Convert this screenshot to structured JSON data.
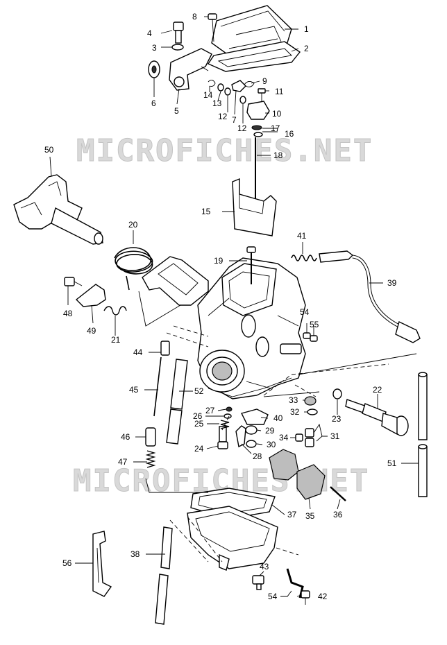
{
  "watermark": "MICROFICHES.NET",
  "callouts": [
    {
      "id": "c1",
      "n": "1"
    },
    {
      "id": "c2",
      "n": "2"
    },
    {
      "id": "c3",
      "n": "3"
    },
    {
      "id": "c4",
      "n": "4"
    },
    {
      "id": "c5",
      "n": "5"
    },
    {
      "id": "c6",
      "n": "6"
    },
    {
      "id": "c7",
      "n": "7"
    },
    {
      "id": "c8",
      "n": "8"
    },
    {
      "id": "c9",
      "n": "9"
    },
    {
      "id": "c10",
      "n": "10"
    },
    {
      "id": "c11",
      "n": "11"
    },
    {
      "id": "c12a",
      "n": "12"
    },
    {
      "id": "c12b",
      "n": "12"
    },
    {
      "id": "c13",
      "n": "13"
    },
    {
      "id": "c14",
      "n": "14"
    },
    {
      "id": "c15",
      "n": "15"
    },
    {
      "id": "c16",
      "n": "16"
    },
    {
      "id": "c17",
      "n": "17"
    },
    {
      "id": "c18",
      "n": "18"
    },
    {
      "id": "c19",
      "n": "19"
    },
    {
      "id": "c20",
      "n": "20"
    },
    {
      "id": "c21",
      "n": "21"
    },
    {
      "id": "c22",
      "n": "22"
    },
    {
      "id": "c23",
      "n": "23"
    },
    {
      "id": "c24",
      "n": "24"
    },
    {
      "id": "c25",
      "n": "25"
    },
    {
      "id": "c26",
      "n": "26"
    },
    {
      "id": "c27",
      "n": "27"
    },
    {
      "id": "c28",
      "n": "28"
    },
    {
      "id": "c29",
      "n": "29"
    },
    {
      "id": "c30",
      "n": "30"
    },
    {
      "id": "c31",
      "n": "31"
    },
    {
      "id": "c32",
      "n": "32"
    },
    {
      "id": "c33",
      "n": "33"
    },
    {
      "id": "c34",
      "n": "34"
    },
    {
      "id": "c35",
      "n": "35"
    },
    {
      "id": "c36",
      "n": "36"
    },
    {
      "id": "c37",
      "n": "37"
    },
    {
      "id": "c38",
      "n": "38"
    },
    {
      "id": "c39",
      "n": "39"
    },
    {
      "id": "c40",
      "n": "40"
    },
    {
      "id": "c41",
      "n": "41"
    },
    {
      "id": "c42",
      "n": "42"
    },
    {
      "id": "c43",
      "n": "43"
    },
    {
      "id": "c44",
      "n": "44"
    },
    {
      "id": "c45",
      "n": "45"
    },
    {
      "id": "c46",
      "n": "46"
    },
    {
      "id": "c47",
      "n": "47"
    },
    {
      "id": "c48",
      "n": "48"
    },
    {
      "id": "c49",
      "n": "49"
    },
    {
      "id": "c50",
      "n": "50"
    },
    {
      "id": "c51",
      "n": "51"
    },
    {
      "id": "c52",
      "n": "52"
    },
    {
      "id": "c54a",
      "n": "54"
    },
    {
      "id": "c54b",
      "n": "54"
    },
    {
      "id": "c55",
      "n": "55"
    },
    {
      "id": "c56",
      "n": "56"
    }
  ]
}
